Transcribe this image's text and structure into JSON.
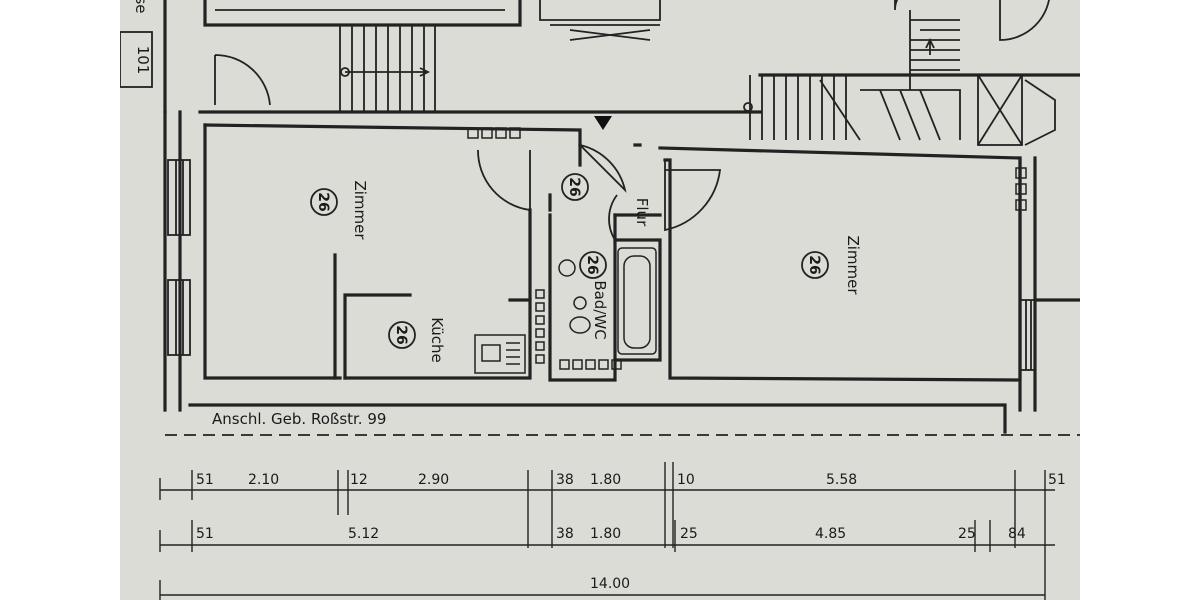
{
  "corner_label": "101",
  "corner_fragment": "se",
  "rooms": [
    {
      "name": "Zimmer",
      "number": "26"
    },
    {
      "name": "Flur",
      "number": "26"
    },
    {
      "name": "Bad/WC",
      "number": "26"
    },
    {
      "name": "Küche",
      "number": "26"
    },
    {
      "name": "Zimmer",
      "number": "26"
    }
  ],
  "neighbor_label": "Anschl. Geb. Roßstr. 99",
  "dimensions": {
    "row1": [
      "51",
      "2.10",
      "12",
      "2.90",
      "38",
      "1.80",
      "10",
      "5.58",
      "51"
    ],
    "row2": [
      "51",
      "5.12",
      "38",
      "1.80",
      "25",
      "4.85",
      "25",
      "84"
    ],
    "total": "14.00"
  }
}
